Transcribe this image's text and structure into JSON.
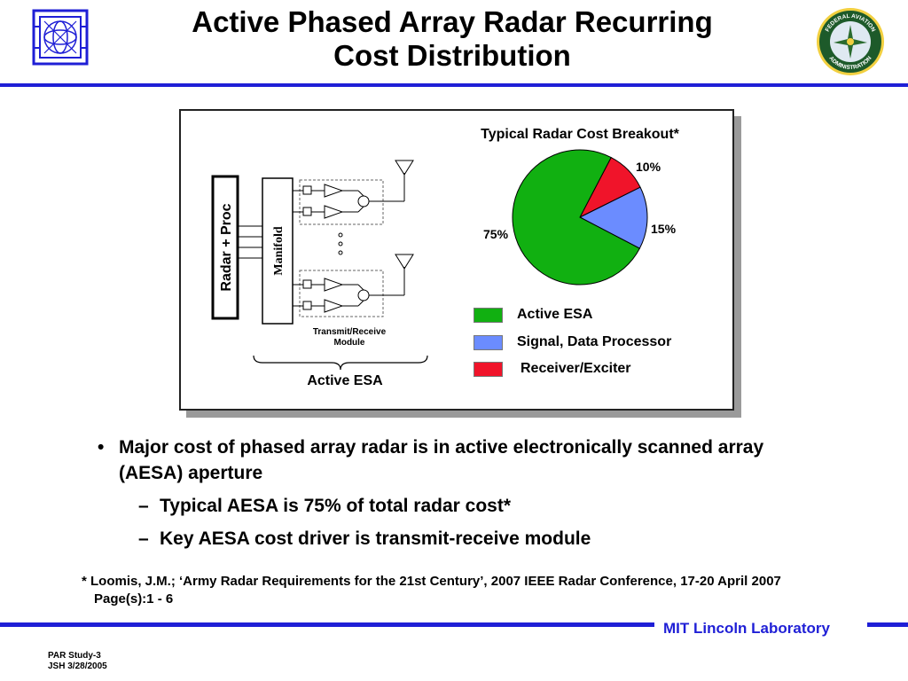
{
  "header": {
    "title_line1": "Active Phased Array Radar Recurring",
    "title_line2": "Cost Distribution",
    "right_logo_text_top": "FEDERAL AVIATION",
    "right_logo_text_bottom": "ADMINISTRATION"
  },
  "figure": {
    "vertical_box_label": "Radar + Proc",
    "manifold_label": "Manifold",
    "module_label_line1": "Transmit/Receive",
    "module_label_line2": "Module",
    "esa_caption": "Active ESA"
  },
  "chart_data": {
    "type": "pie",
    "title": "Typical Radar Cost Breakout*",
    "slices": [
      {
        "label": "Active ESA",
        "value": 75,
        "value_label": "75%",
        "color": "#11b011"
      },
      {
        "label": "Signal, Data Processor",
        "value": 15,
        "value_label": "15%",
        "color": "#6b8cff"
      },
      {
        "label": "Receiver/Exciter",
        "value": 10,
        "value_label": "10%",
        "color": "#f0142a"
      }
    ],
    "legend_position": "bottom"
  },
  "bullets": {
    "main": "Major cost of phased array radar is in active electronically scanned array (AESA) aperture",
    "sub1": "Typical AESA is 75% of total radar cost*",
    "sub2": "Key AESA cost driver is transmit-receive module"
  },
  "footnote": "* Loomis, J.M.; ‘Army Radar Requirements for the 21st Century’, 2007 IEEE Radar Conference, 17-20 April 2007 Page(s):1 - 6",
  "footer": {
    "lab_name": "MIT Lincoln Laboratory",
    "slide_id_line1": "PAR Study-3",
    "slide_id_line2": "JSH 3/28/2005"
  },
  "colors": {
    "accent_blue": "#1f1fd6"
  }
}
